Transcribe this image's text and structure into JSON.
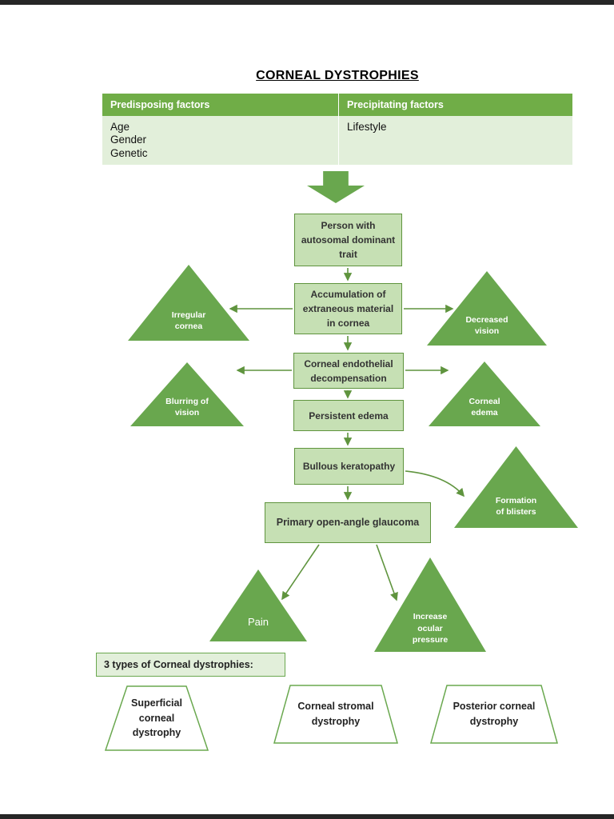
{
  "page": {
    "title": "CORNEAL DYSTROPHIES"
  },
  "table": {
    "headers": [
      "Predisposing factors",
      "Precipitating factors"
    ],
    "predisposing": [
      "Age",
      "Gender",
      "Genetic"
    ],
    "precipitating": [
      "Lifestyle"
    ]
  },
  "flow": {
    "boxes": {
      "person": "Person with autosomal dominant trait",
      "accumulation": "Accumulation of extraneous material in cornea",
      "decompensation": "Corneal endothelial decompensation",
      "persistent_edema": "Persistent edema",
      "bullous_keratopathy": "Bullous keratopathy",
      "glaucoma": "Primary open-angle glaucoma"
    },
    "triangles": {
      "irregular_cornea": "Irregular cornea",
      "decreased_vision": "Decreased vision",
      "blurring_of_vision": "Blurring of vision",
      "corneal_edema": "Corneal edema",
      "formation_of_blisters": "Formation of blisters",
      "pain": "Pain",
      "increase_ocular_pressure": "Increase ocular pressure"
    }
  },
  "types_section": {
    "heading": "3 types of Corneal dystrophies:",
    "types": [
      "Superficial corneal dystrophy",
      "Corneal stromal dystrophy",
      "Posterior corneal dystrophy"
    ]
  },
  "colors": {
    "table_header_green": "#70ad47",
    "table_body_green": "#e2efda",
    "box_fill_green": "#c6e0b4",
    "box_border_green": "#5f943e",
    "triangle_green": "#69a74e"
  }
}
